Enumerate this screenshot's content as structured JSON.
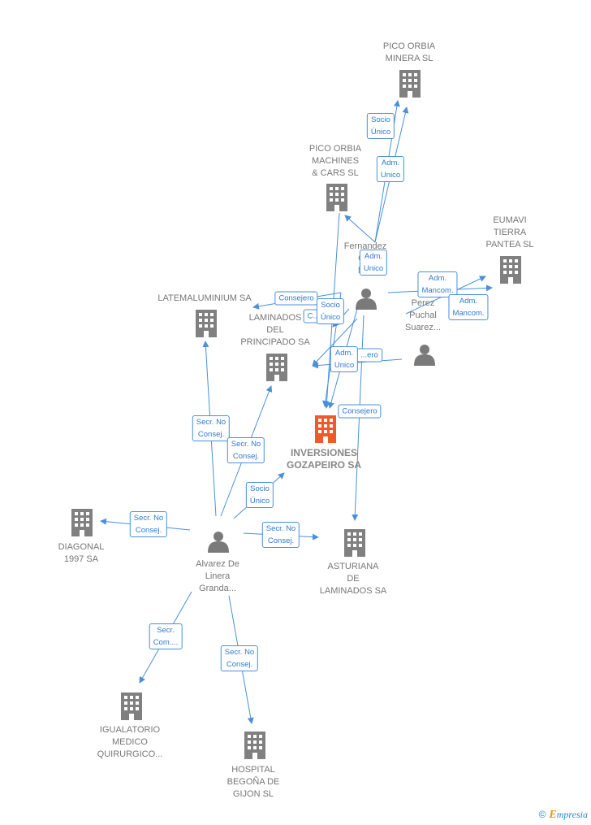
{
  "colors": {
    "edge": "#4a90d9",
    "company": "#808080",
    "focus_company": "#f05a28",
    "person": "#7a7a7a"
  },
  "companies": [
    {
      "id": "pico_minera",
      "lines": [
        "PICO ORBIA",
        "MINERA  SL"
      ],
      "focus": false
    },
    {
      "id": "pico_machines",
      "lines": [
        "PICO ORBIA",
        "MACHINES",
        "& CARS SL"
      ],
      "focus": false
    },
    {
      "id": "eumavi",
      "lines": [
        "EUMAVI",
        "TIERRA",
        "PANTEA SL"
      ],
      "focus": false
    },
    {
      "id": "latem",
      "lines": [
        "LATEMALUMINIUM SA"
      ],
      "focus": false
    },
    {
      "id": "laminados_principado",
      "lines": [
        "LAMINADOS",
        "DEL",
        "PRINCIPADO SA"
      ],
      "focus": false
    },
    {
      "id": "inversiones",
      "lines": [
        "INVERSIONES",
        "GOZAPEIRO SA"
      ],
      "focus": true
    },
    {
      "id": "diagonal",
      "lines": [
        "DIAGONAL",
        "1997 SA"
      ],
      "focus": false
    },
    {
      "id": "asturiana",
      "lines": [
        "ASTURIANA",
        "DE",
        "LAMINADOS SA"
      ],
      "focus": false
    },
    {
      "id": "igualatorio",
      "lines": [
        "IGUALATORIO",
        "MEDICO",
        "QUIRURGICO..."
      ],
      "focus": false
    },
    {
      "id": "hospital",
      "lines": [
        "HOSPITAL",
        "BEGOÑA DE",
        "GIJON  SL"
      ],
      "focus": false
    }
  ],
  "persons": [
    {
      "id": "fernandez",
      "lines": [
        "Fernandez",
        "G...",
        "M..."
      ]
    },
    {
      "id": "perez",
      "lines": [
        "Perez",
        "Puchal",
        "Suarez..."
      ]
    },
    {
      "id": "alvarez",
      "lines": [
        "Alvarez De",
        "Linera",
        "Granda..."
      ]
    }
  ],
  "relations": [
    {
      "id": "r1",
      "lines": [
        "Socio",
        "Único"
      ]
    },
    {
      "id": "r2",
      "lines": [
        "Adm.",
        "Unico"
      ]
    },
    {
      "id": "r3",
      "lines": [
        "Adm.",
        "Unico"
      ]
    },
    {
      "id": "r4",
      "lines": [
        "Adm.",
        "Mancom."
      ]
    },
    {
      "id": "r5",
      "lines": [
        "Adm.",
        "Mancom."
      ]
    },
    {
      "id": "r6",
      "lines": [
        "Consejero"
      ]
    },
    {
      "id": "r7",
      "lines": [
        "C..."
      ]
    },
    {
      "id": "r8",
      "lines": [
        "Socio",
        "Único"
      ]
    },
    {
      "id": "r9",
      "lines": [
        "...ero"
      ]
    },
    {
      "id": "r10",
      "lines": [
        "Adm.",
        "Unico"
      ]
    },
    {
      "id": "r11",
      "lines": [
        "Consejero"
      ]
    },
    {
      "id": "r12",
      "lines": [
        "Secr.  No",
        "Consej."
      ]
    },
    {
      "id": "r13",
      "lines": [
        "Secr.  No",
        "Consej."
      ]
    },
    {
      "id": "r14",
      "lines": [
        "Socio",
        "Único"
      ]
    },
    {
      "id": "r15",
      "lines": [
        "Secr.  No",
        "Consej."
      ]
    },
    {
      "id": "r16",
      "lines": [
        "Secr.  No",
        "Consej."
      ]
    },
    {
      "id": "r17",
      "lines": [
        "Secr.",
        "Com...."
      ]
    },
    {
      "id": "r18",
      "lines": [
        "Secr.  No",
        "Consej."
      ]
    }
  ],
  "brand": {
    "copyright": "©",
    "initial": "E",
    "rest": "mpresia"
  }
}
